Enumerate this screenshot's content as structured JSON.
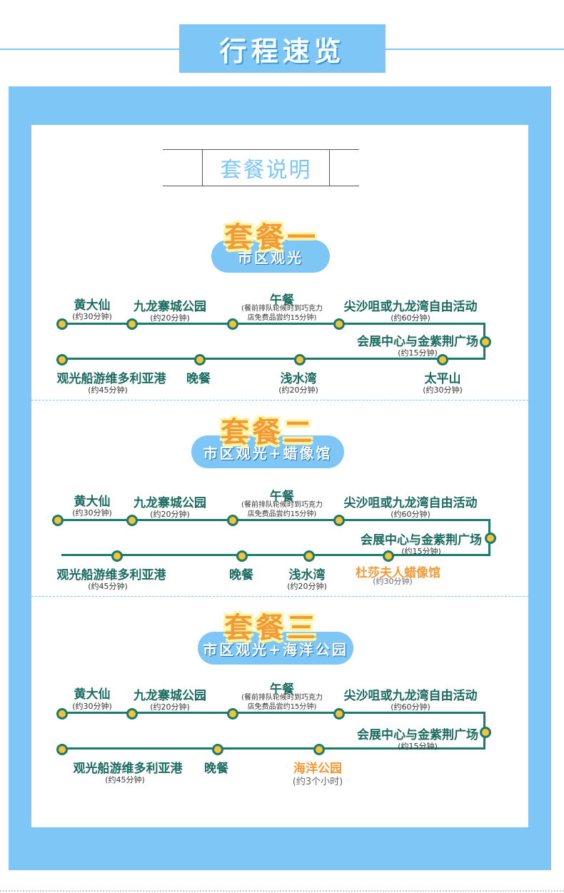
{
  "header": {
    "title": "行程速览"
  },
  "description": {
    "title": "套餐说明"
  },
  "plans": [
    {
      "title": "套餐一",
      "subtitle": "市区观光",
      "stops": {
        "s1": {
          "name": "黄大仙",
          "dur": "(约30分钟)"
        },
        "s2": {
          "name": "九龙寨城公园",
          "dur": "(约20分钟)"
        },
        "s3": {
          "name": "午餐",
          "note1": "(餐前排队轮候时到巧克力",
          "note2": "店免费品尝约15分钟)"
        },
        "s4": {
          "name": "尖沙咀或九龙湾自由活动",
          "dur": "(约60分钟)"
        },
        "s5": {
          "name": "会展中心与金紫荆广场",
          "dur": "(约15分钟)"
        },
        "s6": {
          "name": "太平山",
          "dur": "(约30分钟)"
        },
        "s7": {
          "name": "浅水湾",
          "dur": "(约20分钟)"
        },
        "s8": {
          "name": "晚餐"
        },
        "s9": {
          "name": "观光船游维多利亚港",
          "dur": "(约45分钟)"
        }
      }
    },
    {
      "title": "套餐二",
      "subtitle": "市区观光+蜡像馆",
      "stops": {
        "s1": {
          "name": "黄大仙",
          "dur": "(约30分钟)"
        },
        "s2": {
          "name": "九龙寨城公园",
          "dur": "(约20分钟)"
        },
        "s3": {
          "name": "午餐",
          "note1": "(餐前排队轮候时到巧克力",
          "note2": "店免费品尝约15分钟)"
        },
        "s4": {
          "name": "尖沙咀或九龙湾自由活动",
          "dur": "(约60分钟)"
        },
        "s5": {
          "name": "会展中心与金紫荆广场",
          "dur": "(约15分钟)"
        },
        "s6": {
          "name": "杜莎夫人蜡像馆",
          "dur": "(约30分钟)"
        },
        "s7": {
          "name": "浅水湾",
          "dur": "(约20分钟)"
        },
        "s8": {
          "name": "晚餐"
        },
        "s9": {
          "name": "观光船游维多利亚港",
          "dur": "(约45分钟)"
        }
      }
    },
    {
      "title": "套餐三",
      "subtitle": "市区观光+海洋公园",
      "stops": {
        "s1": {
          "name": "黄大仙",
          "dur": "(约30分钟)"
        },
        "s2": {
          "name": "九龙寨城公园",
          "dur": "(约20分钟)"
        },
        "s3": {
          "name": "午餐",
          "note1": "(餐前排队轮候时到巧克力",
          "note2": "店免费品尝约15分钟)"
        },
        "s4": {
          "name": "尖沙咀或九龙湾自由活动",
          "dur": "(约60分钟)"
        },
        "s5": {
          "name": "会展中心与金紫荆广场",
          "dur": "(约15分钟)"
        },
        "s6": {
          "name": "海洋公园",
          "dur": "(约3个小时)"
        },
        "s8": {
          "name": "晚餐"
        },
        "s9": {
          "name": "观光船游维多利亚港",
          "dur": "(约45分钟)"
        }
      }
    }
  ],
  "colors": {
    "accent_blue": "#7dc6f5",
    "route_green": "#1b7a6e",
    "highlight_orange": "#f39a38",
    "dot_yellow": "#f5c335"
  }
}
